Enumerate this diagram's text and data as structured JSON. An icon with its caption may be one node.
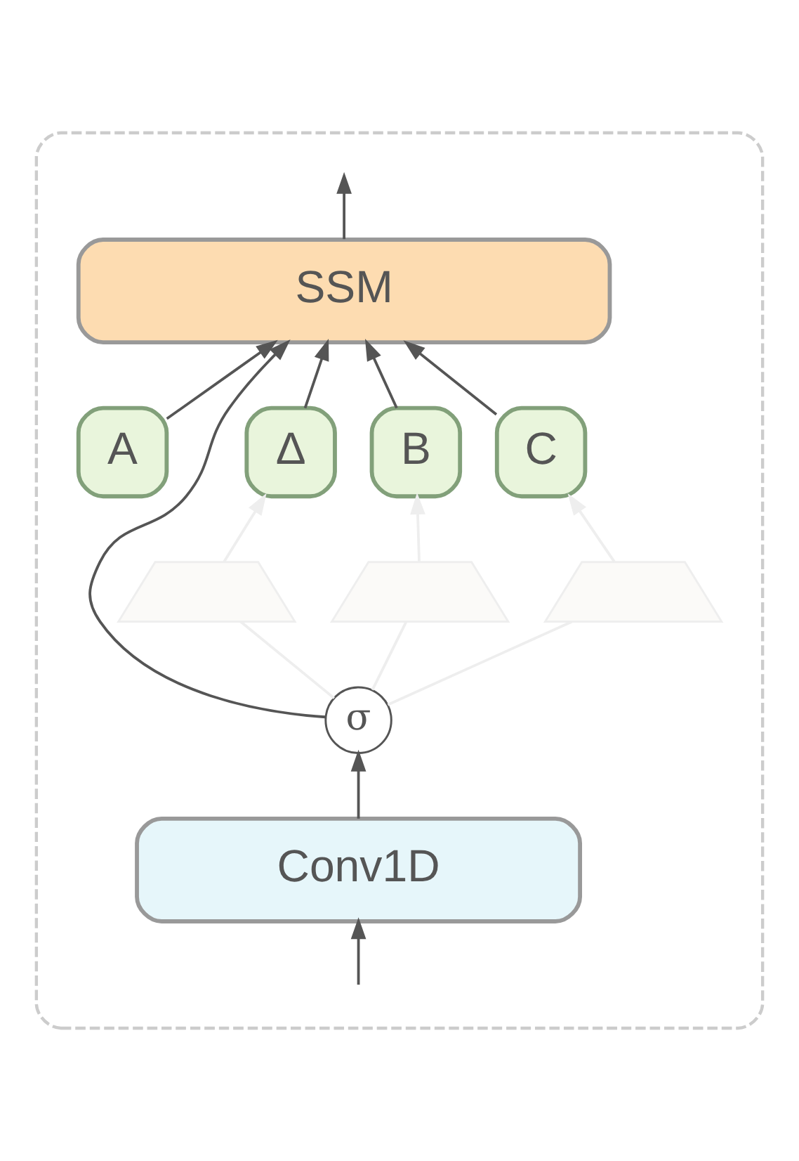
{
  "diagram": {
    "nodes": [
      {
        "text": [],
        "shape": "box"
      },
      {
        "text": [
          "SSM"
        ],
        "in": 0
      },
      {
        "text": [
          "A"
        ],
        "in": 0
      },
      {
        "text": [
          "Δ"
        ],
        "in": 0
      },
      {
        "text": [
          "B"
        ],
        "in": 0
      },
      {
        "text": [
          "C"
        ],
        "in": 0
      },
      {
        "text": [],
        "shape": "trapezium",
        "in": 0
      },
      {
        "text": [],
        "shape": "trapezium",
        "in": 0
      },
      {
        "text": [],
        "shape": "trapezium",
        "in": 0
      },
      {
        "text": [
          "σ"
        ],
        "in": 0
      },
      {
        "text": [
          "Conv1D"
        ],
        "in": 0
      }
    ],
    "edges": [
      {
        "from": 1,
        "to": null,
        "arrow": "to"
      },
      {
        "from": 2,
        "to": 1,
        "arrow": "to"
      },
      {
        "from": 3,
        "to": 1,
        "arrow": "to"
      },
      {
        "from": 4,
        "to": 1,
        "arrow": "to"
      },
      {
        "from": 5,
        "to": 1,
        "arrow": "to"
      },
      {
        "from": 9,
        "to": 1,
        "arrow": "to"
      },
      {
        "from": 9,
        "to": 6,
        "arrow": "none",
        "color": "#eeeeee"
      },
      {
        "from": 9,
        "to": 7,
        "arrow": "none",
        "color": "#eeeeee"
      },
      {
        "from": 9,
        "to": 8,
        "arrow": "none",
        "color": "#eeeeee"
      },
      {
        "from": 6,
        "to": 3,
        "arrow": "to",
        "color": "#eeeeee"
      },
      {
        "from": 7,
        "to": 4,
        "arrow": "to",
        "color": "#eeeeee"
      },
      {
        "from": 8,
        "to": 5,
        "arrow": "to",
        "color": "#eeeeee"
      },
      {
        "from": 10,
        "to": 9,
        "arrow": "to"
      },
      {
        "from": null,
        "to": 10,
        "arrow": "to"
      }
    ]
  }
}
